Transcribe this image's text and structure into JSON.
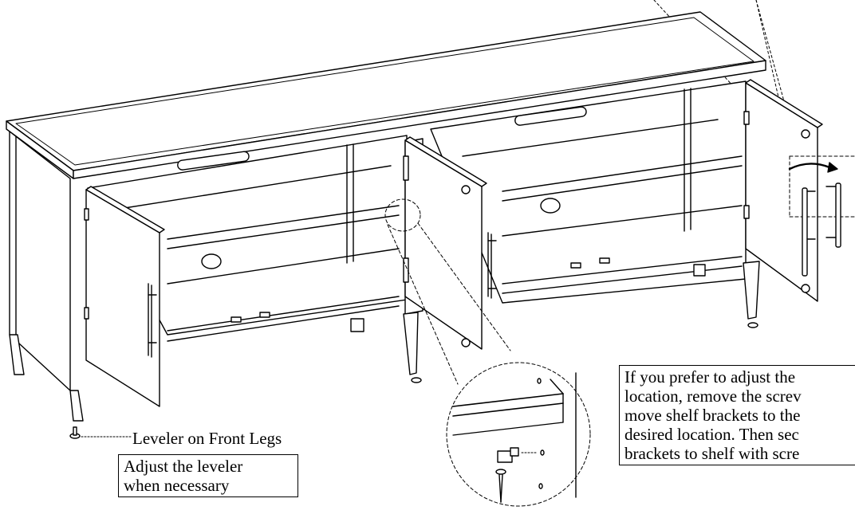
{
  "callouts": {
    "leveler_label": "Leveler on Front Legs",
    "leveler_note": [
      "Adjust the leveler",
      "when necessary"
    ],
    "shelf_note": [
      "If you prefer to adjust the",
      "location, remove the screv",
      "move shelf brackets to the",
      "desired location. Then sec",
      "brackets to shelf with scre"
    ]
  },
  "colors": {
    "line": "#000000",
    "background": "#ffffff"
  },
  "icons": [
    "rotate-arrow-icon",
    "leveler-foot-icon",
    "shelf-bracket-icon",
    "screw-icon"
  ]
}
